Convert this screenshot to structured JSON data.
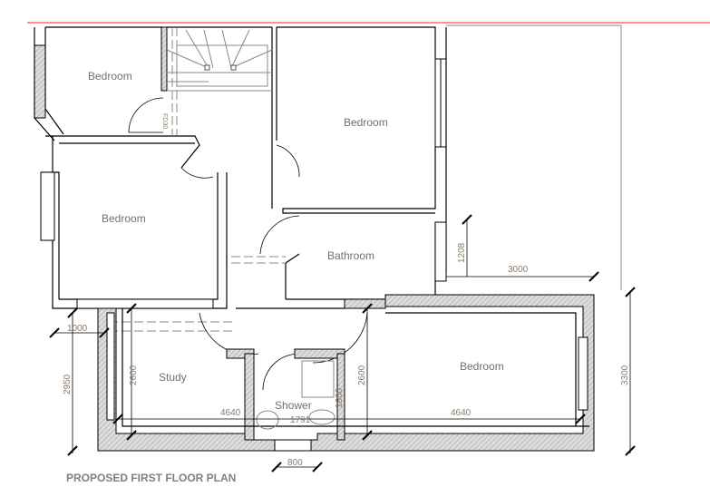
{
  "title": "PROPOSED FIRST FLOOR PLAN",
  "rooms": {
    "bedroom_top_left": "Bedroom",
    "bedroom_top_right": "Bedroom",
    "bedroom_middle_left": "Bedroom",
    "bathroom": "Bathroom",
    "study": "Study",
    "shower": "Shower",
    "bedroom_extension": "Bedroom"
  },
  "door_tag": "FD30",
  "dimensions": {
    "d1000": "1000",
    "d2950": "2950",
    "d2600_study": "2600",
    "d2600_bedroom": "2600",
    "d4640_left": "4640",
    "d4640_right": "4640",
    "d1791": "1791",
    "d1600": "1600",
    "d800": "800",
    "d1208": "1208",
    "d3000": "3000",
    "d3300": "3300"
  },
  "colors": {
    "boundary": "#ff6b6b",
    "dimension_text": "#8a7a6a"
  }
}
